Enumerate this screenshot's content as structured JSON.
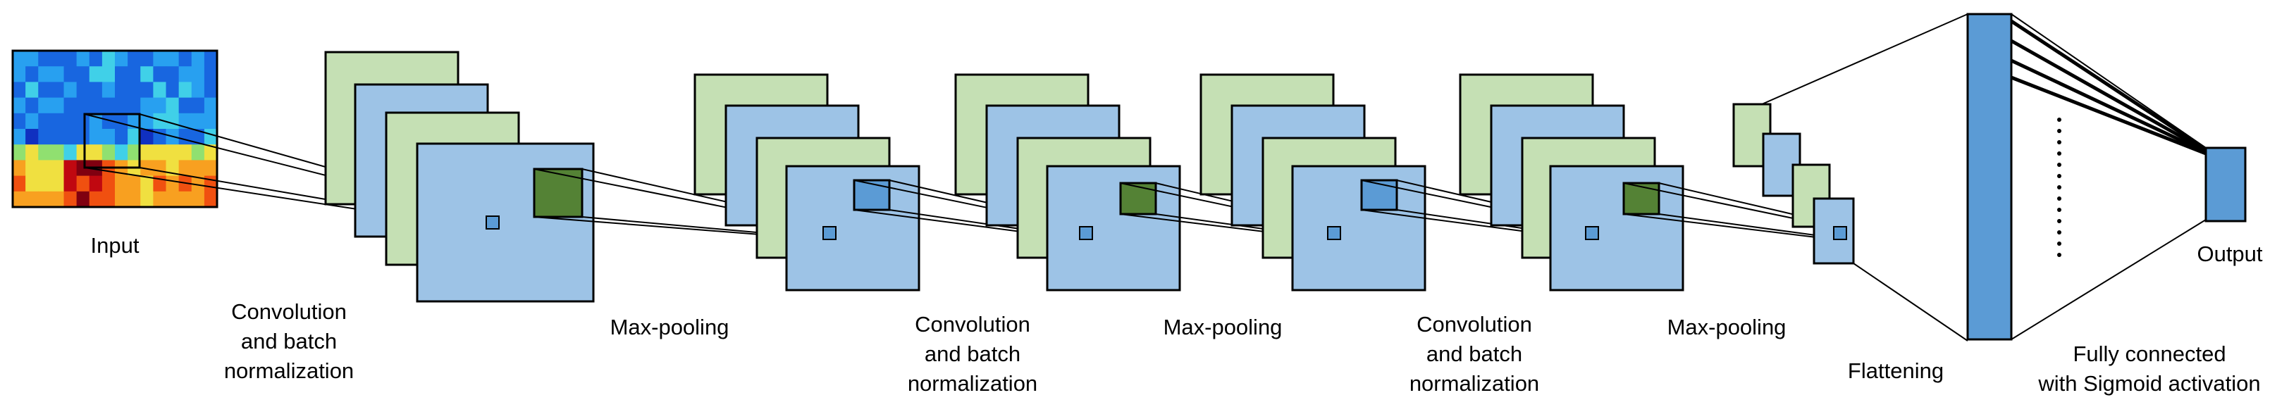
{
  "colors": {
    "feature_map_blue": "#9dc3e6",
    "feature_map_green": "#c5e0b4",
    "kernel_dark_green": "#548235",
    "kernel_blue": "#5b9bd5",
    "dense_blue": "#5b9bd5",
    "stroke": "#000000"
  },
  "input_heatmap": {
    "rows": 10,
    "cols": 16,
    "palette": [
      "#1030c0",
      "#1866e0",
      "#28a0f0",
      "#40d0e8",
      "#90e070",
      "#f0e040",
      "#f8a020",
      "#f05010",
      "#c00810",
      "#800010"
    ]
  },
  "labels": {
    "input": "Input",
    "conv1": "Convolution\nand batch\nnormalization",
    "pool1": "Max-pooling",
    "conv2": "Convolution\nand batch\nnormalization",
    "pool2": "Max-pooling",
    "conv3": "Convolution\nand batch\nnormalization",
    "pool3": "Max-pooling",
    "flatten": "Flattening",
    "dense": "Fully connected\nwith Sigmoid activation",
    "output": "Output"
  }
}
